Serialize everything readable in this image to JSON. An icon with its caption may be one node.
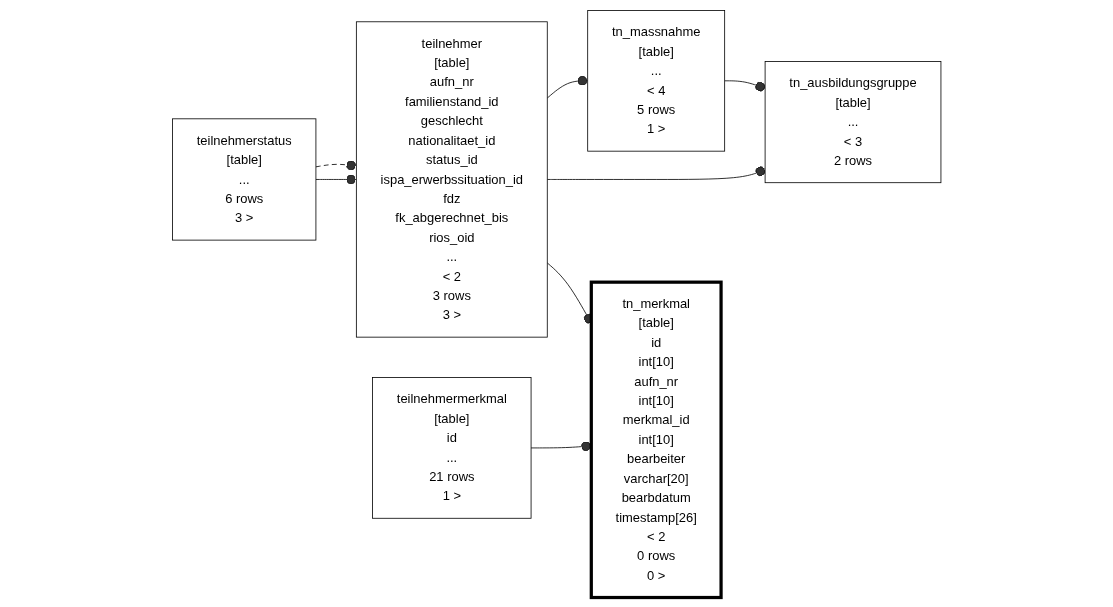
{
  "diagram": {
    "nodes": [
      {
        "text": [
          "teilnehmerstatus",
          "[table]",
          "...",
          "6 rows",
          "3 >"
        ]
      },
      {
        "text": [
          "teilnehmer",
          "[table]",
          "aufn_nr",
          "familienstand_id",
          "geschlecht",
          "nationalitaet_id",
          "status_id",
          "ispa_erwerbssituation_id",
          "fdz",
          "fk_abgerechnet_bis",
          "rios_oid",
          "...",
          "< 2",
          "3 rows",
          "3 >"
        ]
      },
      {
        "text": [
          "tn_massnahme",
          "[table]",
          "...",
          "< 4",
          "5 rows",
          "1 >"
        ]
      },
      {
        "text": [
          "tn_ausbildungsgruppe",
          "[table]",
          "...",
          "< 3",
          "2 rows"
        ]
      },
      {
        "text": [
          "tn_merkmal",
          "[table]",
          "id",
          "int[10]",
          "aufn_nr",
          "int[10]",
          "merkmal_id",
          "int[10]",
          "bearbeiter",
          "varchar[20]",
          "bearbdatum",
          "timestamp[26]",
          "< 2",
          "0 rows",
          "0 >"
        ]
      },
      {
        "text": [
          "teilnehmermerkmal",
          "[table]",
          "id",
          "...",
          "21 rows",
          "1 >"
        ]
      }
    ],
    "edges": [
      {
        "from": 0,
        "to": 1,
        "arrow": "other",
        "style": "dashed"
      },
      {
        "from": 0,
        "to": 1,
        "arrow": "other"
      },
      {
        "from": 1,
        "to": 2,
        "arrow": "other"
      },
      {
        "from": 1,
        "to": 3,
        "arrow": "other"
      },
      {
        "from": 1,
        "to": 4,
        "arrow": "other"
      },
      {
        "from": 2,
        "to": 3,
        "arrow": "other"
      },
      {
        "from": 5,
        "to": 4,
        "arrow": "other"
      }
    ]
  }
}
